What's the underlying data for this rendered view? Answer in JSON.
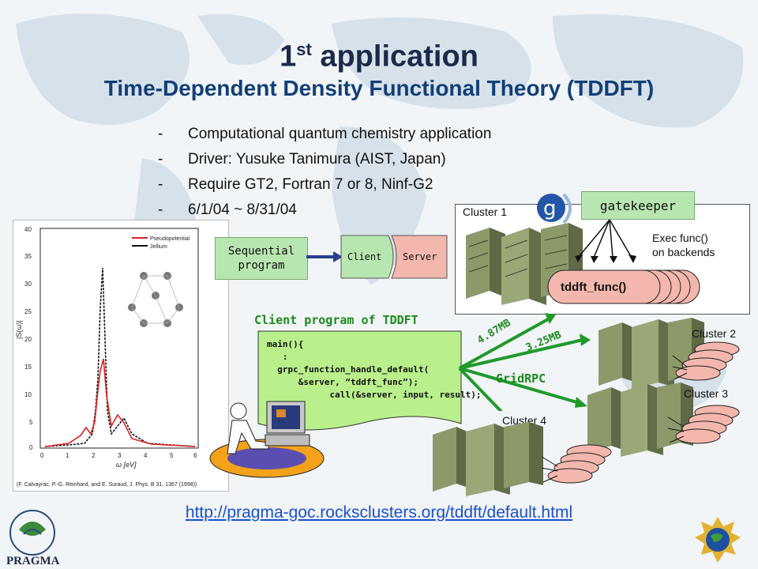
{
  "slide": {
    "title_number": "1",
    "title_suffix": "st",
    "title_rest": " application",
    "subtitle": "Time-Dependent Density Functional Theory (TDDFT)",
    "bullets": [
      "Computational quantum chemistry application",
      "Driver: Yusuke Tanimura (AIST, Japan)",
      "Require GT2, Fortran 7 or 8, Ninf-G2",
      "6/1/04 ~ 8/31/04"
    ],
    "bullet_marker": "-",
    "url": "http://pragma-goc.rocksclusters.org/tddft/default.html",
    "logo_text": "PRAGMA"
  },
  "diagram": {
    "sequential_program": "Sequential\nprogram",
    "client_label": "Client",
    "server_label": "Server",
    "cluster1": "Cluster 1",
    "cluster2": "Cluster 2",
    "cluster3": "Cluster 3",
    "cluster4": "Cluster 4",
    "gatekeeper": "gatekeeper",
    "exec_note": "Exec func()\non backends",
    "tddft_func": "tddft_func()",
    "client_program_title": "Client program of TDDFT",
    "code_lines": [
      "main(){",
      "   :",
      "  grpc_function_handle_default(",
      "      &server, “tddft_func”);",
      "",
      "            call(&server, input, result);"
    ],
    "transfer1": "4.87MB",
    "transfer2": "3.25MB",
    "protocol": "GridRPC",
    "logo_letter": "g"
  },
  "plot": {
    "legend": [
      "Pseudopotential",
      "Jellium"
    ],
    "y_axis_label": "|S(ω)|",
    "x_axis_label": "ω [eV]",
    "y_ticks": [
      "40",
      "35",
      "30",
      "25",
      "20",
      "15",
      "10",
      "5",
      "0"
    ],
    "x_ticks": [
      "0",
      "1",
      "2",
      "3",
      "4",
      "5",
      "6"
    ],
    "citation": "(F. Calvayrac, P.-G. Reinhard, and E. Suraud, J. Phys. B 31, 1367 (1998))"
  }
}
